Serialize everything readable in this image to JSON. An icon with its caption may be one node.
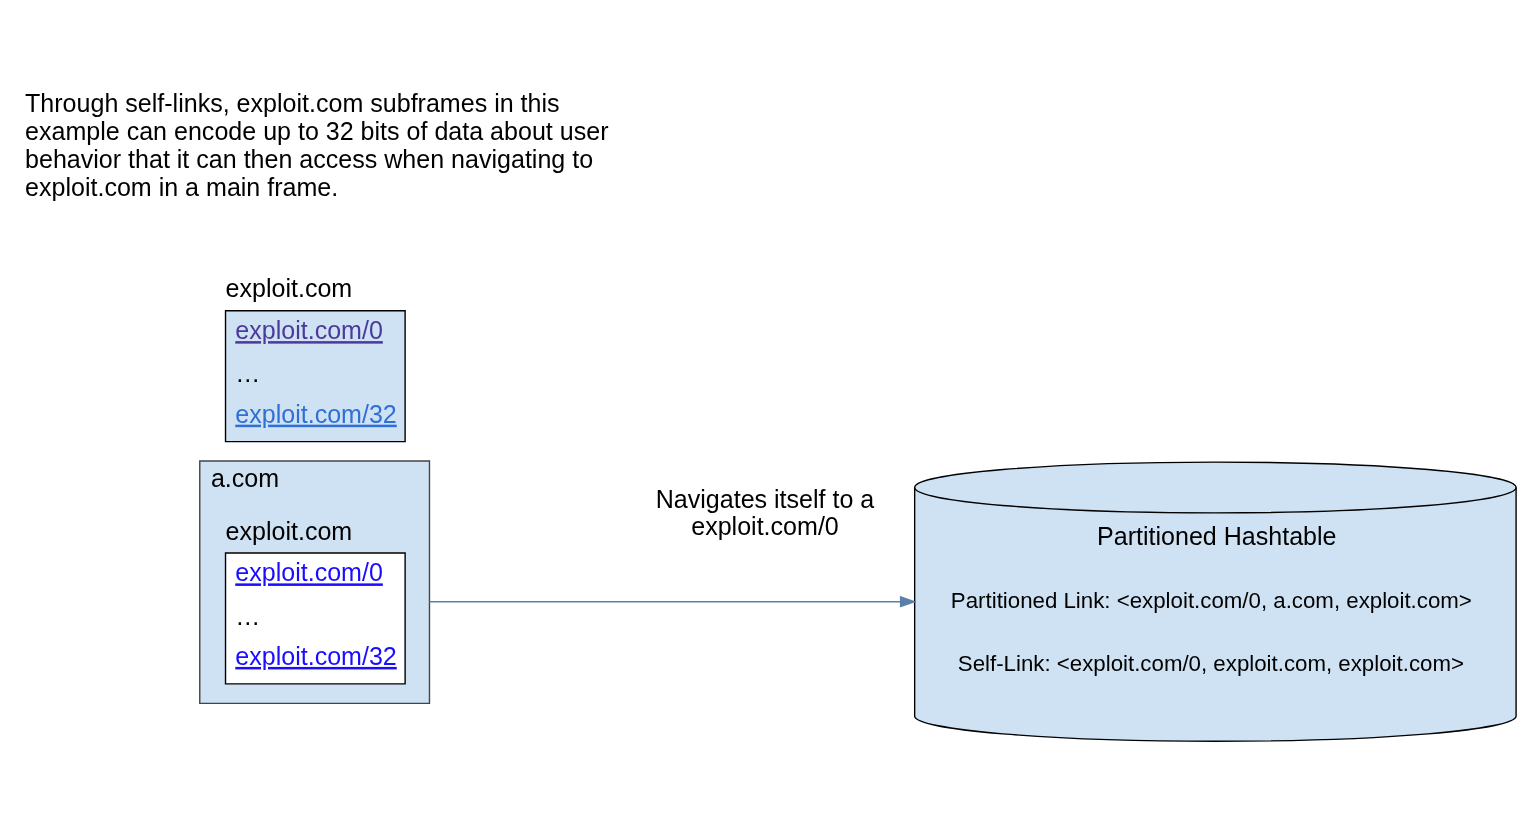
{
  "diagram": {
    "nodes": [
      {
        "text": [
          "a.com"
        ]
      },
      {
        "text": [
          "exploit.com",
          "exploit.com/0",
          "…",
          "exploit.com/32"
        ],
        "in": 0
      },
      {
        "text": [
          "Partitioned Hashtable",
          "Partitioned Link: <exploit.com/0, a.com, exploit.com>",
          "Self-Link: <exploit.com/0, exploit.com, exploit.com>"
        ]
      },
      {
        "text": [
          "exploit.com",
          "exploit.com/0",
          "…",
          "exploit.com/32"
        ]
      }
    ],
    "edges": [
      {
        "from": 0,
        "to": 2,
        "arrow": "to",
        "label": "Navigates itself to a exploit.com/0"
      }
    ],
    "labels": [
      "Through self-links, exploit.com subframes in this example can encode up to 32 bits of data about user behavior that it can then access when navigating to exploit.com in a main frame."
    ]
  }
}
